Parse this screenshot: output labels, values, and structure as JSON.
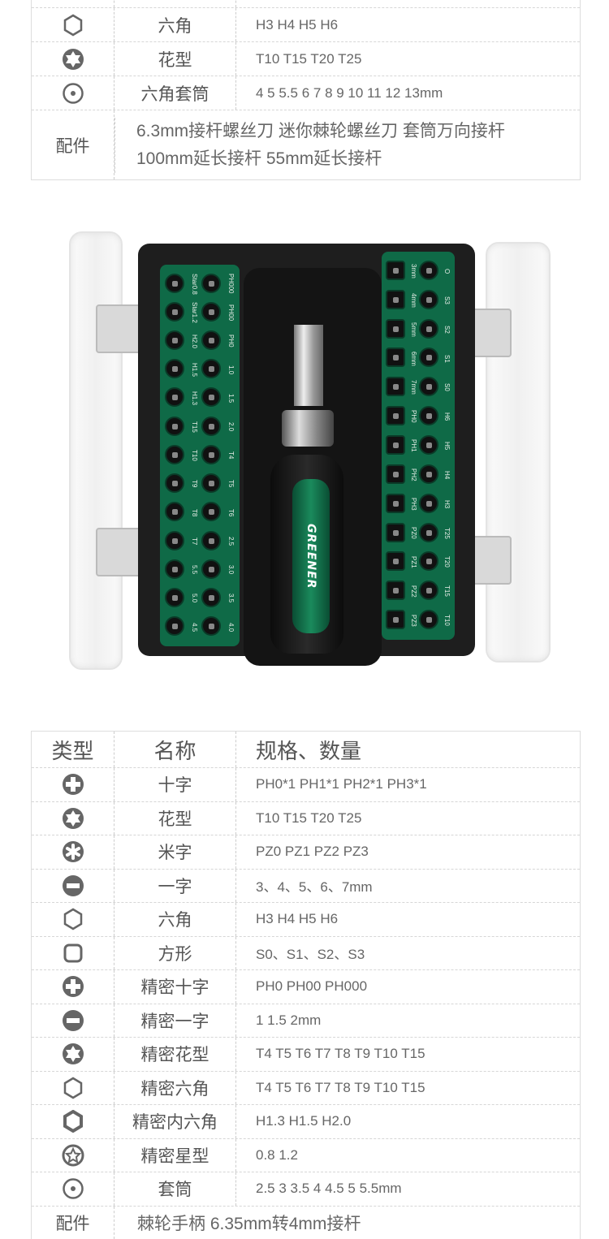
{
  "top_table": {
    "rows": [
      {
        "icon": "hex-icon",
        "name": "六角",
        "spec": "H3 H4 H5 H6"
      },
      {
        "icon": "torx-icon",
        "name": "花型",
        "spec": "T10 T15 T20 T25"
      },
      {
        "icon": "socket-icon",
        "name": "六角套筒",
        "spec": "4 5 5.5 6 7 8 9 10 11 12 13mm"
      }
    ],
    "accessories": {
      "label": "配件",
      "line1": "6.3mm接杆螺丝刀  迷你棘轮螺丝刀  套筒万向接杆",
      "line2": "100mm延长接杆  55mm延长接杆"
    }
  },
  "product": {
    "brand": "GREENER",
    "left_panel": {
      "col1": [
        "Star0.8",
        "Star1.2",
        "H2.0",
        "H1.5",
        "H1.3",
        "T15",
        "T10",
        "T9",
        "T8",
        "T7",
        "5.5",
        "5.0",
        "4.5"
      ],
      "col2": [
        "PH000",
        "PH00",
        "PH0",
        "1.0",
        "1.5",
        "2.0",
        "T4",
        "T5",
        "T6",
        "2.5",
        "3.0",
        "3.5",
        "4.0"
      ]
    },
    "right_panel": {
      "col1": [
        "3mm",
        "4mm",
        "5mm",
        "6mm",
        "7mm",
        "PH0",
        "PH1",
        "PH2",
        "PH3",
        "PZ0",
        "PZ1",
        "PZ2",
        "PZ3"
      ],
      "col2": [
        "O",
        "S3",
        "S2",
        "S1",
        "S0",
        "H6",
        "H5",
        "H4",
        "H3",
        "T25",
        "T20",
        "T15",
        "T10"
      ]
    }
  },
  "bottom_table": {
    "header": {
      "type": "类型",
      "name": "名称",
      "spec": "规格、数量"
    },
    "rows": [
      {
        "icon": "phillips-icon",
        "name": "十字",
        "spec": "PH0*1  PH1*1  PH2*1  PH3*1"
      },
      {
        "icon": "torx-icon",
        "name": "花型",
        "spec": "T10 T15 T20 T25"
      },
      {
        "icon": "pozidriv-icon",
        "name": "米字",
        "spec": "PZ0  PZ1  PZ2  PZ3"
      },
      {
        "icon": "slotted-icon",
        "name": "一字",
        "spec": "3、4、5、6、7mm"
      },
      {
        "icon": "hex-icon",
        "name": "六角",
        "spec": "H3 H4 H5 H6"
      },
      {
        "icon": "square-icon",
        "name": "方形",
        "spec": "S0、S1、S2、S3"
      },
      {
        "icon": "phillips-icon",
        "name": "精密十字",
        "spec": "PH0  PH00  PH000"
      },
      {
        "icon": "slotted-icon",
        "name": "精密一字",
        "spec": "1  1.5  2mm"
      },
      {
        "icon": "torx-icon",
        "name": "精密花型",
        "spec": "T4  T5  T6  T7  T8  T9 T10  T15"
      },
      {
        "icon": "hex-icon",
        "name": "精密六角",
        "spec": "T4  T5  T6  T7  T8  T9 T10  T15"
      },
      {
        "icon": "hex-thick-icon",
        "name": "精密内六角",
        "spec": "H1.3  H1.5  H2.0"
      },
      {
        "icon": "star-icon",
        "name": "精密星型",
        "spec": "0.8  1.2"
      },
      {
        "icon": "socket-icon",
        "name": "套筒",
        "spec": "2.5  3  3.5  4  4.5  5  5.5mm"
      }
    ],
    "accessories": {
      "label": "配件",
      "text": "棘轮手柄  6.35mm转4mm接杆"
    }
  },
  "colors": {
    "icon": "#666666",
    "green": "#0f6a47"
  }
}
